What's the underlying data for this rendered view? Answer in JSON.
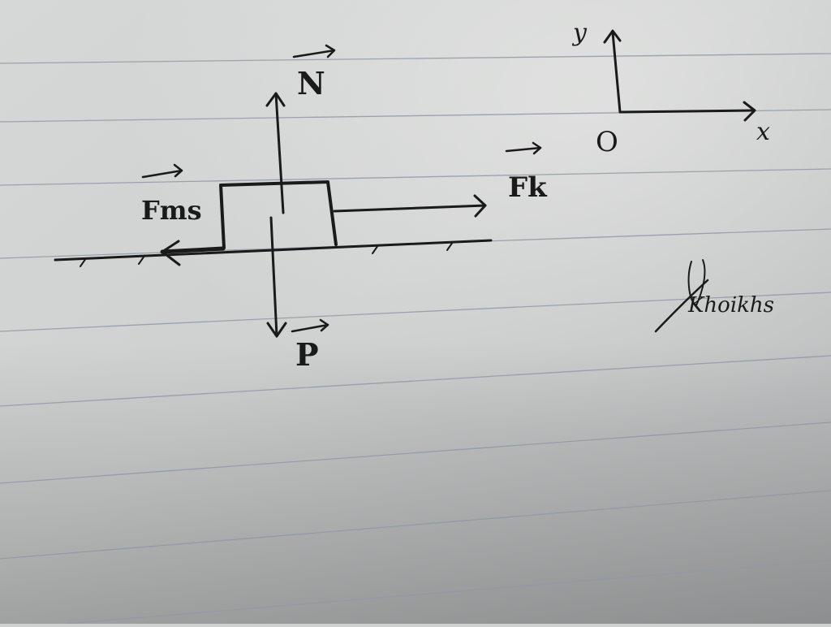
{
  "colors": {
    "paper": "#d8d9d8",
    "ink": "#1a1a1a",
    "rule_line": "#8e9aa6",
    "shadow": "#6e6f70"
  },
  "labels": {
    "normal_force": "N",
    "weight": "P",
    "friction_force": "Fms",
    "pulling_force": "Fk",
    "origin": "O",
    "x_axis": "x",
    "y_axis": "y",
    "signature": "Khoikhs"
  }
}
